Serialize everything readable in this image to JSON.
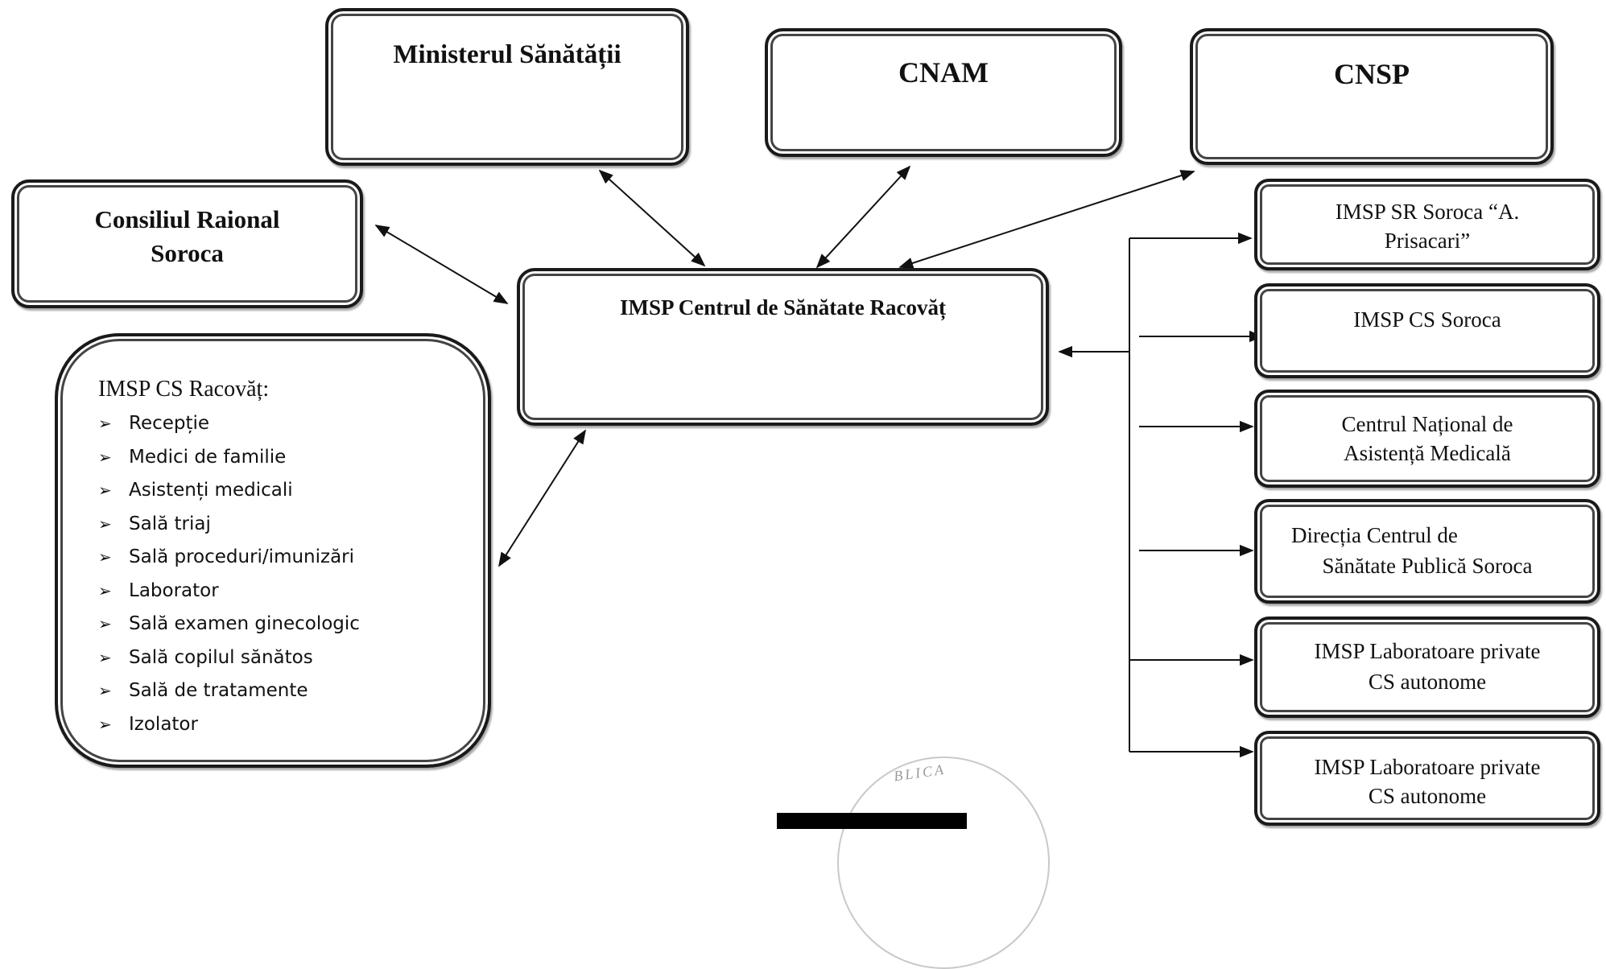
{
  "boxes": {
    "ministerul": "Ministerul Sănătății",
    "cnam": "CNAM",
    "cnsp": "CNSP",
    "consiliul_line1": "Consiliul Raional",
    "consiliul_line2": "Soroca",
    "center": "IMSP Centrul de Sănătate Racovăț"
  },
  "left_panel": {
    "title": "IMSP CS Racovăț:",
    "items": [
      "Recepție",
      "Medici de familie",
      "Asistenți medicali",
      "Sală triaj",
      "Sală proceduri/imunizări",
      "Laborator",
      "Sală examen ginecologic",
      "Sală copilul sănătos",
      "Sală de tratamente",
      "Izolator"
    ],
    "bullet": "➢"
  },
  "right_column": [
    {
      "line1": "IMSP SR Soroca “A.",
      "line2": "Prisacari”"
    },
    {
      "line1": "IMSP CS Soroca",
      "line2": ""
    },
    {
      "line1": "Centrul Național de",
      "line2": "Asistență Medicală"
    },
    {
      "line1": "Direcția Centrul de",
      "line2": "Sănătate Publică Soroca"
    },
    {
      "line1": "IMSP Laboratoare private",
      "line2": "CS autonome"
    },
    {
      "line1": "IMSP Laboratoare private",
      "line2": "CS autonome"
    }
  ],
  "stamp": {
    "text": "BLICA"
  }
}
